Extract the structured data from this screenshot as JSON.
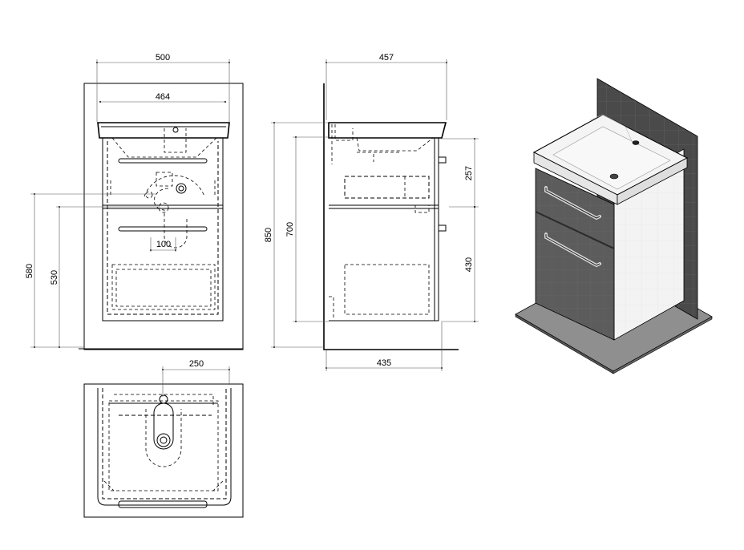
{
  "dimensions": {
    "front_width_outer": "500",
    "front_width_inner": "464",
    "drain_offset": "100",
    "height_580": "580",
    "height_530": "530",
    "side_depth_top": "457",
    "side_height_total": "850",
    "side_height_cabinet": "700",
    "drawer_upper": "257",
    "drawer_lower": "430",
    "side_depth_bottom": "435",
    "top_view_offset": "250"
  },
  "colors": {
    "wall": "#4a4a4a",
    "cabinet_front": "#5c5c5c",
    "cabinet_side": "#f2f2f2",
    "basin": "#f4f4f4",
    "floor": "#8f8f8f"
  }
}
